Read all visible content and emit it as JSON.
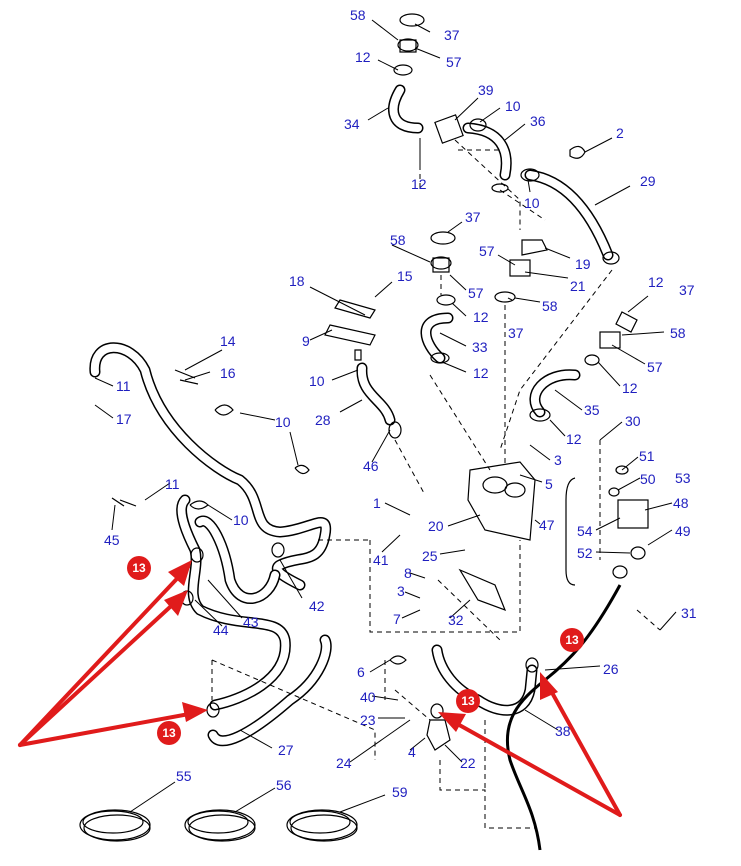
{
  "callout_color": "#1f1fbf",
  "highlight_color": "#e01b1b",
  "highlight_label": "13",
  "labels": {
    "l58a": "58",
    "l37a": "37",
    "l12a": "12",
    "l57a": "57",
    "l39": "39",
    "l10a": "10",
    "l34": "34",
    "l36": "36",
    "l2": "2",
    "l12b": "12",
    "l10b": "10",
    "l29": "29",
    "l37b": "37",
    "l58b": "58",
    "l19": "19",
    "l57b": "57",
    "l21": "21",
    "l18": "18",
    "l15": "15",
    "l57c": "57",
    "l12c": "12",
    "l58c": "58",
    "l37c": "37",
    "l12d": "12",
    "l37d": "37",
    "l9": "9",
    "l33": "33",
    "l58d": "58",
    "l14": "14",
    "l10c": "10",
    "l12e": "12",
    "l57d": "57",
    "l16": "16",
    "l11a": "11",
    "l12f": "12",
    "l17": "17",
    "l28": "28",
    "l35": "35",
    "l10d": "10",
    "l12g": "12",
    "l30": "30",
    "l46": "46",
    "l3a": "3",
    "l11b": "11",
    "l51": "51",
    "l5": "5",
    "l50": "50",
    "l53": "53",
    "l1": "1",
    "l48": "48",
    "l45": "45",
    "l10e": "10",
    "l20": "20",
    "l47": "47",
    "l54": "54",
    "l49": "49",
    "l52": "52",
    "l41": "41",
    "l25": "25",
    "l42": "42",
    "l8": "8",
    "l3b": "3",
    "l44": "44",
    "l43": "43",
    "l7": "7",
    "l32": "32",
    "l31": "31",
    "l26": "26",
    "l6": "6",
    "l40": "40",
    "l23": "23",
    "l27": "27",
    "l38": "38",
    "l24": "24",
    "l4": "4",
    "l22": "22",
    "l55": "55",
    "l56": "56",
    "l59": "59"
  }
}
